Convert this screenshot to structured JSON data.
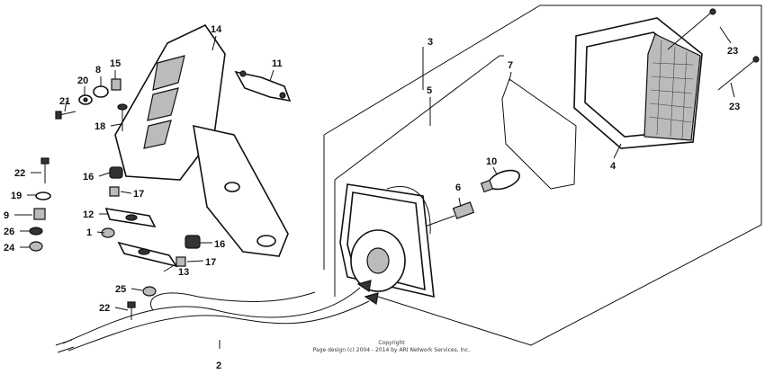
{
  "callouts": [
    {
      "id": "c1",
      "text": "1"
    },
    {
      "id": "c2",
      "text": "2"
    },
    {
      "id": "c3",
      "text": "3"
    },
    {
      "id": "c4",
      "text": "4"
    },
    {
      "id": "c5",
      "text": "5"
    },
    {
      "id": "c6",
      "text": "6"
    },
    {
      "id": "c7",
      "text": "7"
    },
    {
      "id": "c8",
      "text": "8"
    },
    {
      "id": "c9",
      "text": "9"
    },
    {
      "id": "c10",
      "text": "10"
    },
    {
      "id": "c11",
      "text": "11"
    },
    {
      "id": "c12",
      "text": "12"
    },
    {
      "id": "c13",
      "text": "13"
    },
    {
      "id": "c14",
      "text": "14"
    },
    {
      "id": "c15",
      "text": "15"
    },
    {
      "id": "c16a",
      "text": "16"
    },
    {
      "id": "c16b",
      "text": "16"
    },
    {
      "id": "c17a",
      "text": "17"
    },
    {
      "id": "c17b",
      "text": "17"
    },
    {
      "id": "c18",
      "text": "18"
    },
    {
      "id": "c19",
      "text": "19"
    },
    {
      "id": "c20",
      "text": "20"
    },
    {
      "id": "c21",
      "text": "21"
    },
    {
      "id": "c22a",
      "text": "22"
    },
    {
      "id": "c22b",
      "text": "22"
    },
    {
      "id": "c23a",
      "text": "23"
    },
    {
      "id": "c23b",
      "text": "23"
    },
    {
      "id": "c24",
      "text": "24"
    },
    {
      "id": "c25",
      "text": "25"
    },
    {
      "id": "c26",
      "text": "26"
    }
  ],
  "copyright": {
    "line1": "Copyright",
    "line2": "Page design (c) 2004 - 2014 by ARI Network Services, Inc."
  }
}
